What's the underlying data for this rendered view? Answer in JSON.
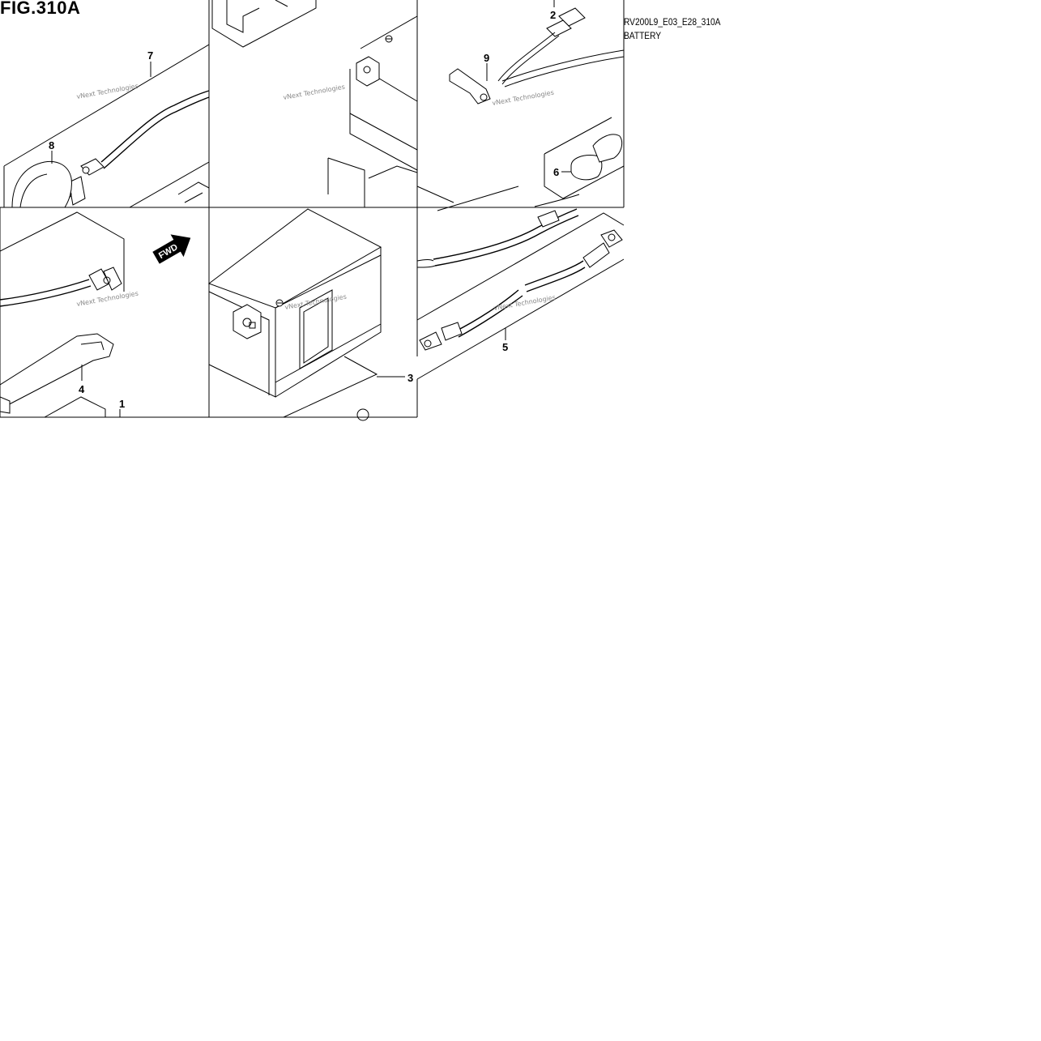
{
  "figure": {
    "title": "FIG.310A",
    "code": "RV200L9_E03_E28_310A",
    "caption": "BATTERY"
  },
  "callouts": [
    {
      "id": "1",
      "label": "1"
    },
    {
      "id": "2",
      "label": "2"
    },
    {
      "id": "3",
      "label": "3"
    },
    {
      "id": "4",
      "label": "4"
    },
    {
      "id": "5",
      "label": "5"
    },
    {
      "id": "6",
      "label": "6"
    },
    {
      "id": "7",
      "label": "7"
    },
    {
      "id": "8",
      "label": "8"
    },
    {
      "id": "9",
      "label": "9"
    }
  ],
  "fwd_label": "FWD",
  "watermark": "vNext Technologies"
}
